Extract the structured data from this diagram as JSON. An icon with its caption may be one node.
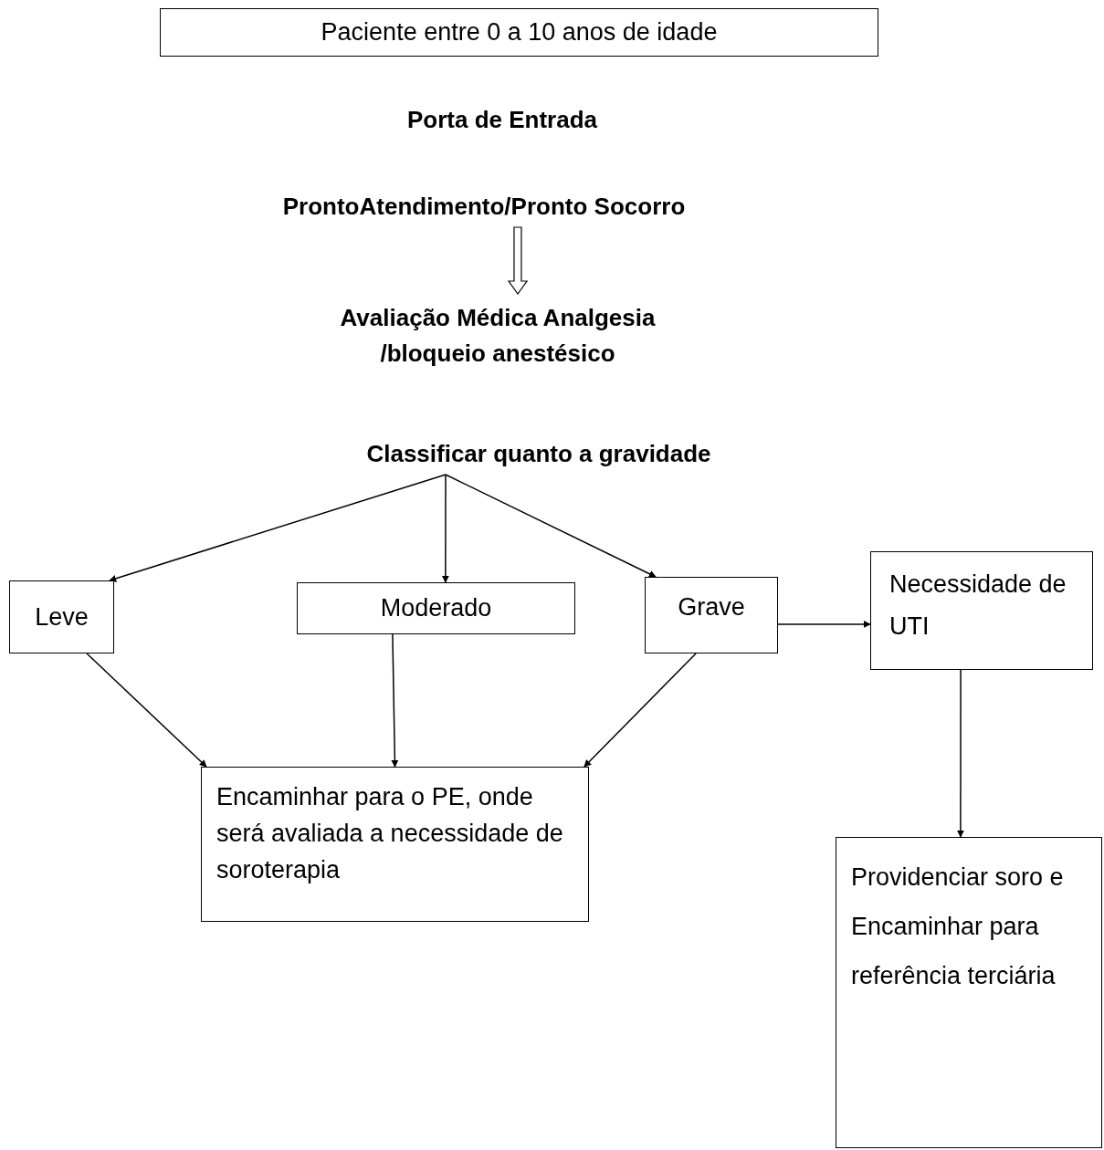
{
  "diagram": {
    "nodes": [
      {
        "text": [
          "Paciente entre 0 a 10 anos de idade"
        ]
      },
      {
        "text": [
          "Porta de Entrada"
        ]
      },
      {
        "text": [
          "ProntoAtendimento/Pronto Socorro"
        ]
      },
      {
        "text": [
          "Avaliação Médica Analgesia /bloqueio anestésico"
        ]
      },
      {
        "text": [
          "Classificar quanto a gravidade"
        ]
      },
      {
        "text": [
          "Leve"
        ]
      },
      {
        "text": [
          "Moderado"
        ]
      },
      {
        "text": [
          "Grave"
        ]
      },
      {
        "text": [
          "Necessidade de UTI"
        ]
      },
      {
        "text": [
          "Encaminhar para o PE, onde será avaliada a necessidade de soroterapia"
        ]
      },
      {
        "text": [
          "Providenciar soro e Encaminhar para referência terciária"
        ]
      }
    ],
    "edges": [
      {
        "from": 2,
        "to": 3,
        "arrow": "to"
      },
      {
        "from": 4,
        "to": 5,
        "arrow": "to"
      },
      {
        "from": 4,
        "to": 6,
        "arrow": "to"
      },
      {
        "from": 4,
        "to": 7,
        "arrow": "to"
      },
      {
        "from": 7,
        "to": 8,
        "arrow": "to"
      },
      {
        "from": 5,
        "to": 9,
        "arrow": "to"
      },
      {
        "from": 6,
        "to": 9,
        "arrow": "to"
      },
      {
        "from": 7,
        "to": 9,
        "arrow": "to"
      },
      {
        "from": 8,
        "to": 10,
        "arrow": "to"
      }
    ]
  }
}
